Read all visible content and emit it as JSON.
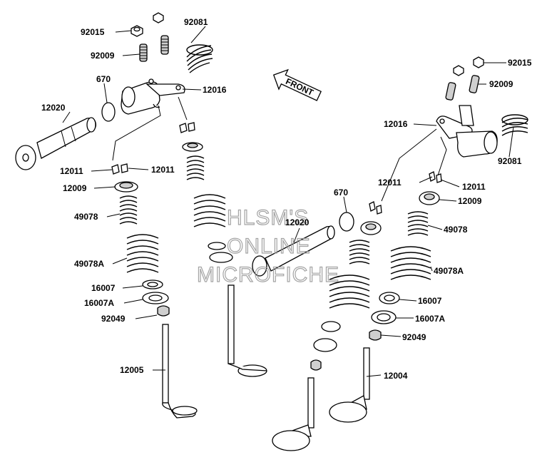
{
  "parts": [
    {
      "id": "92015-left",
      "label": "92015"
    },
    {
      "id": "92081-left",
      "label": "92081"
    },
    {
      "id": "92009-left",
      "label": "92009"
    },
    {
      "id": "670-left",
      "label": "670"
    },
    {
      "id": "12016-left",
      "label": "12016"
    },
    {
      "id": "12020-left",
      "label": "12020"
    },
    {
      "id": "12011-left-a",
      "label": "12011"
    },
    {
      "id": "12011-left-b",
      "label": "12011"
    },
    {
      "id": "12009-left",
      "label": "12009"
    },
    {
      "id": "49078-left",
      "label": "49078"
    },
    {
      "id": "49078A-left",
      "label": "49078A"
    },
    {
      "id": "16007-left",
      "label": "16007"
    },
    {
      "id": "16007A-left",
      "label": "16007A"
    },
    {
      "id": "92049-left",
      "label": "92049"
    },
    {
      "id": "12005",
      "label": "12005"
    },
    {
      "id": "92015-right",
      "label": "92015"
    },
    {
      "id": "92009-right",
      "label": "92009"
    },
    {
      "id": "12016-right",
      "label": "12016"
    },
    {
      "id": "92081-right",
      "label": "92081"
    },
    {
      "id": "12011-right-a",
      "label": "12011"
    },
    {
      "id": "12011-right-b",
      "label": "12011"
    },
    {
      "id": "670-right",
      "label": "670"
    },
    {
      "id": "12009-right",
      "label": "12009"
    },
    {
      "id": "12020-center",
      "label": "12020"
    },
    {
      "id": "49078-right",
      "label": "49078"
    },
    {
      "id": "49078A-right",
      "label": "49078A"
    },
    {
      "id": "16007-right",
      "label": "16007"
    },
    {
      "id": "16007A-right",
      "label": "16007A"
    },
    {
      "id": "92049-right",
      "label": "92049"
    },
    {
      "id": "12004",
      "label": "12004"
    }
  ],
  "front_arrow": {
    "text": "FRONT"
  },
  "watermark": {
    "line1": "HLSM'S",
    "line2": "ONLINE",
    "line3": "MICROFICHE"
  }
}
